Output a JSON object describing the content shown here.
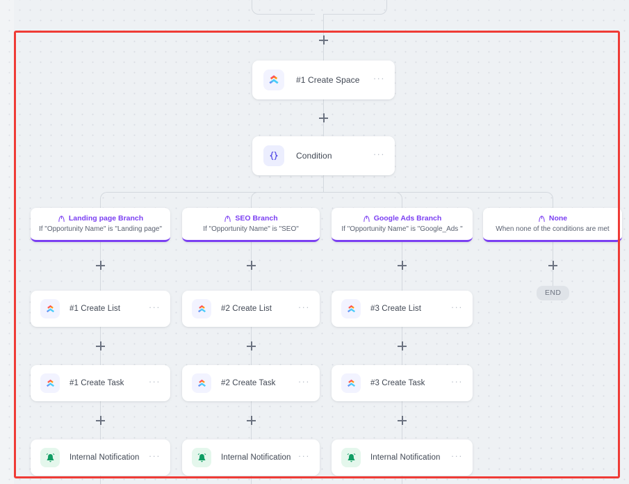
{
  "canvas": {
    "background_color": "#eef1f4",
    "selection_color": "#ef3b36",
    "accent_color": "#7b3ff2",
    "edge_color": "#d3d8de"
  },
  "nodes": {
    "create_space": {
      "label": "#1 Create Space",
      "icon": "clickup-icon",
      "menu": "···"
    },
    "condition": {
      "label": "Condition",
      "icon": "condition-braces-icon",
      "menu": "···"
    }
  },
  "branches": [
    {
      "title": "Landing page Branch",
      "subtitle": "If \"Opportunity Name\" is \"Landing page\"",
      "icon": "branch-icon",
      "steps": [
        {
          "label": "#1 Create List",
          "icon": "clickup-icon",
          "menu": "···"
        },
        {
          "label": "#1 Create Task",
          "icon": "clickup-icon",
          "menu": "···"
        },
        {
          "label": "Internal Notification",
          "icon": "bell-icon",
          "menu": "···"
        }
      ]
    },
    {
      "title": "SEO Branch",
      "subtitle": "If \"Opportunity Name\" is \"SEO\"",
      "icon": "branch-icon",
      "steps": [
        {
          "label": "#2 Create List",
          "icon": "clickup-icon",
          "menu": "···"
        },
        {
          "label": "#2 Create Task",
          "icon": "clickup-icon",
          "menu": "···"
        },
        {
          "label": "Internal Notification",
          "icon": "bell-icon",
          "menu": "···"
        }
      ]
    },
    {
      "title": "Google Ads Branch",
      "subtitle": "If \"Opportunity Name\" is \"Google_Ads \"",
      "icon": "branch-icon",
      "steps": [
        {
          "label": "#3 Create List",
          "icon": "clickup-icon",
          "menu": "···"
        },
        {
          "label": "#3 Create Task",
          "icon": "clickup-icon",
          "menu": "···"
        },
        {
          "label": "Internal Notification",
          "icon": "bell-icon",
          "menu": "···"
        }
      ]
    },
    {
      "title": "None",
      "subtitle": "When none of the conditions are met",
      "icon": "branch-icon",
      "steps": [],
      "end_label": "END"
    }
  ]
}
